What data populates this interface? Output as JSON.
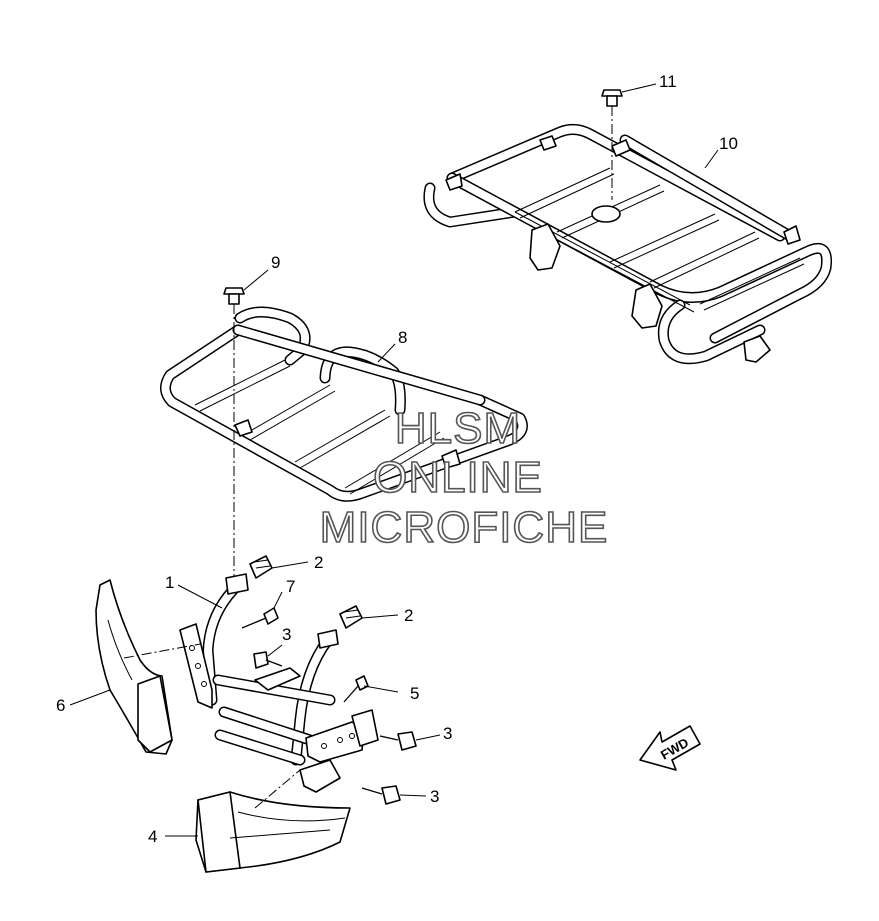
{
  "callouts": [
    {
      "id": "1",
      "label": "1"
    },
    {
      "id": "2a",
      "label": "2"
    },
    {
      "id": "2b",
      "label": "2"
    },
    {
      "id": "3a",
      "label": "3"
    },
    {
      "id": "3b",
      "label": "3"
    },
    {
      "id": "3c",
      "label": "3"
    },
    {
      "id": "4",
      "label": "4"
    },
    {
      "id": "5",
      "label": "5"
    },
    {
      "id": "6",
      "label": "6"
    },
    {
      "id": "7",
      "label": "7"
    },
    {
      "id": "8",
      "label": "8"
    },
    {
      "id": "9",
      "label": "9"
    },
    {
      "id": "10",
      "label": "10"
    },
    {
      "id": "11",
      "label": "11"
    }
  ],
  "watermark": {
    "line1": "HLSM",
    "line2": "ONLINE",
    "line3": "MICROFICHE"
  },
  "direction_arrow": {
    "label": "FWD",
    "icon": "forward-direction-arrow-icon"
  }
}
